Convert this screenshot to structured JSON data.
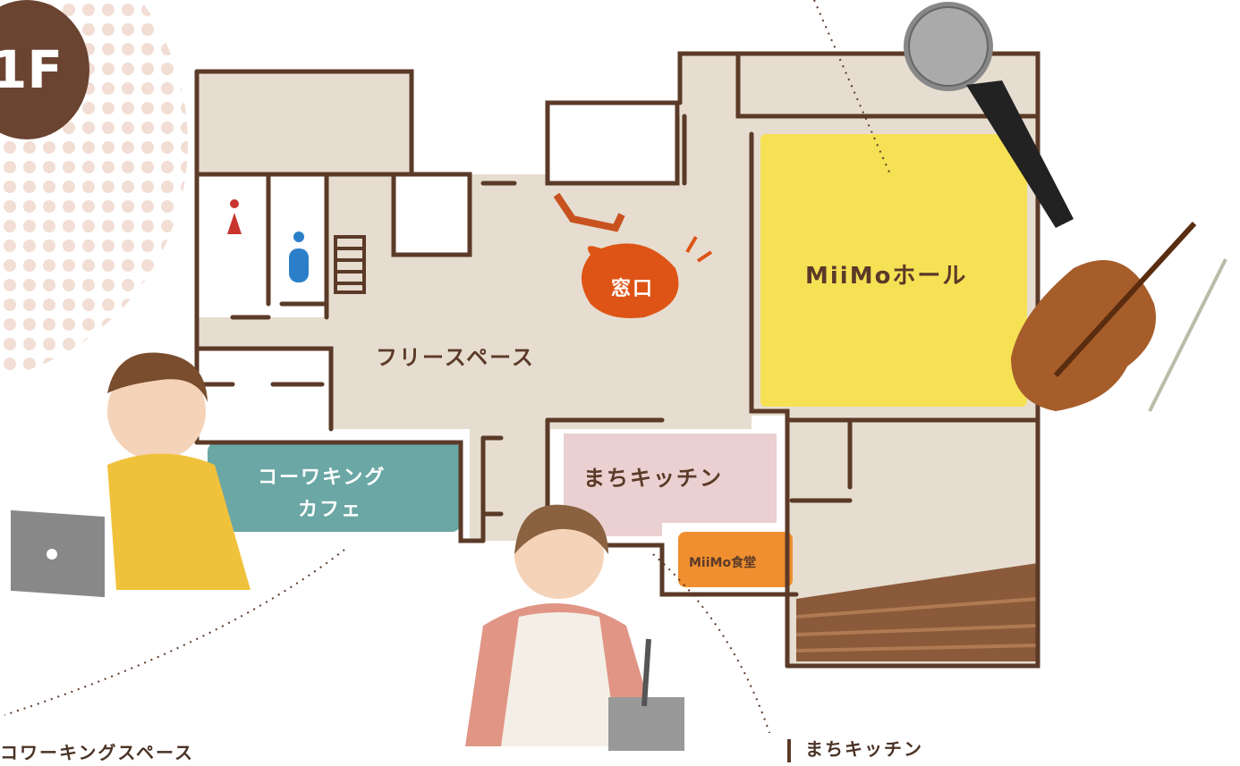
{
  "floor_badge": "1F",
  "rooms": {
    "free_space": "フリースペース",
    "window_counter": "窓口",
    "hall": "MiiMoホール",
    "coworking_line1": "コーワキング",
    "coworking_line2": "カフェ",
    "kitchen": "まちキッチン",
    "dining": "MiiMo食堂"
  },
  "captions": {
    "coworking_space": "コワーキングスペース",
    "machi_kitchen": "まちキッチン"
  },
  "icons": [
    "toilet-female-icon",
    "toilet-male-icon",
    "stairs-icon",
    "microphone-icon",
    "violin-icon",
    "laptop-person-icon",
    "cooking-person-icon",
    "speech-bubble-icon"
  ],
  "colors": {
    "wall": "#5b3a28",
    "floor": "#e6ddd0",
    "hall_yellow": "#f6e155",
    "coworking_teal": "#6aa7a5",
    "kitchen_pink": "#ead0d0",
    "dining_orange": "#ef8f2f",
    "window_red": "#de5417",
    "badge_brown": "#6b4331",
    "polka_dots": "#f2ded4"
  }
}
